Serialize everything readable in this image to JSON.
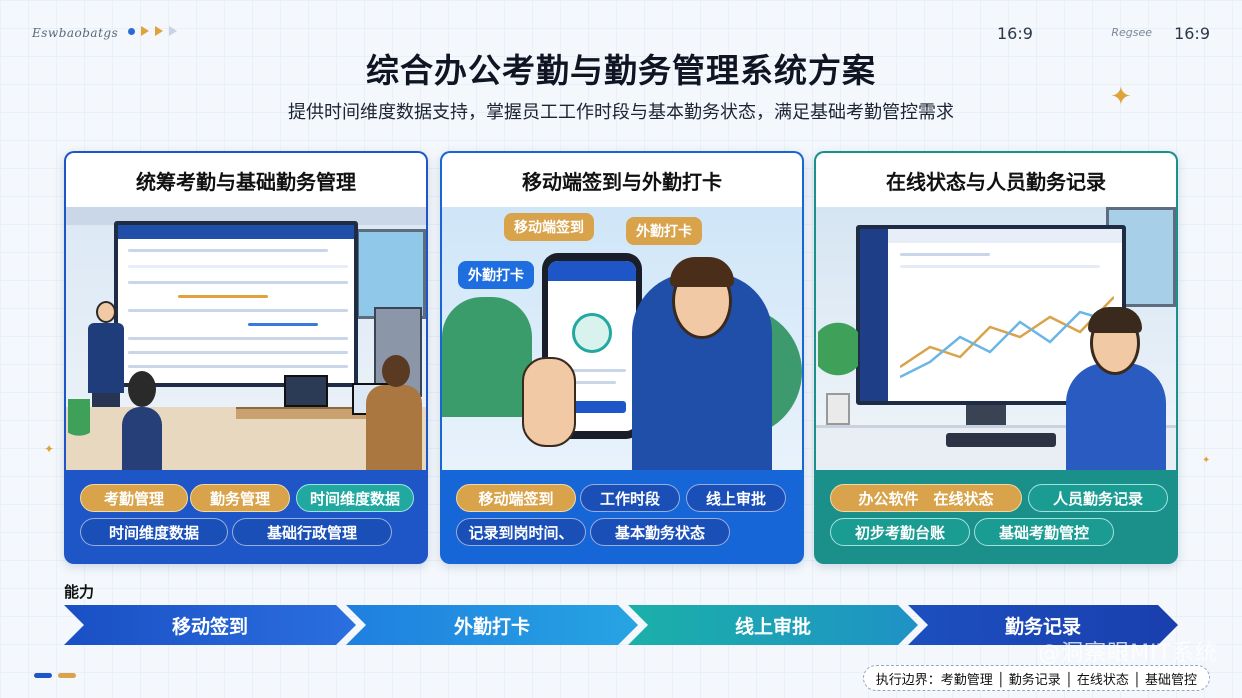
{
  "header": {
    "brand": "Eswbaobatgs",
    "ratio_left": "16:9",
    "region": "Regsee",
    "ratio_right": "16:9",
    "title": "综合办公考勤与勤务管理系统方案",
    "subtitle": "提供时间维度数据支持，掌握员工工作时段与基本勤务状态，满足基础考勤管控需求"
  },
  "panels": [
    {
      "title": "统筹考勤与基础勤务管理",
      "tags": [
        "考勤管理",
        "勤务管理",
        "时间维度数据",
        "时间维度数据",
        "基础行政管理"
      ]
    },
    {
      "title": "移动端签到与外勤打卡",
      "bubbles": [
        "移动端签到",
        "外勤打卡",
        "外勤打卡"
      ],
      "tags": [
        "移动端签到",
        "工作时段",
        "线上审批",
        "记录到岗时间、",
        "基本勤务状态"
      ]
    },
    {
      "title": "在线状态与人员勤务记录",
      "tags": [
        "办公软件　在线状态",
        "人员勤务记录",
        "初步考勤台账",
        "基础考勤管控"
      ]
    }
  ],
  "capability_label": "能力",
  "flow": [
    "移动签到",
    "外勤打卡",
    "线上审批",
    "勤务记录"
  ],
  "footer": "执行边界：考勤管理 │ 勤务记录 │ 在线状态 │ 基础管控",
  "watermark": "@洞察眼MIT系统",
  "colors": {
    "primary_blue": "#1f56c7",
    "sky_blue": "#1766d8",
    "teal": "#1b8f8a",
    "gold": "#d8a34a",
    "accent_teal": "#21a8a0"
  }
}
